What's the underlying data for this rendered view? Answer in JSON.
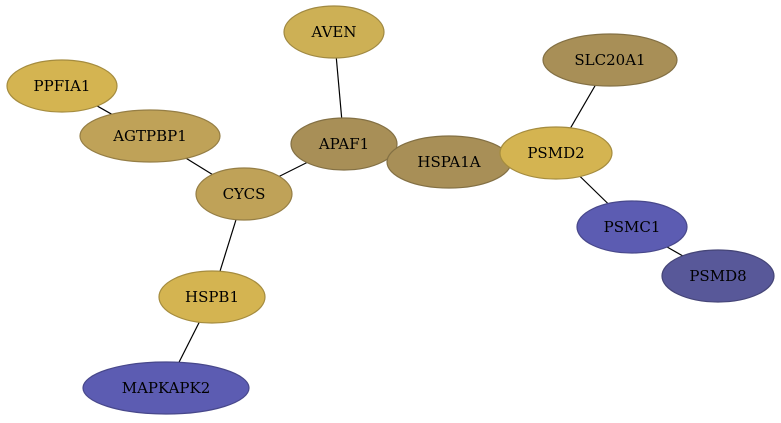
{
  "palette": {
    "gold_light": "#cdb055",
    "gold_mid": "#bfa258",
    "gold_dark": "#a88f57",
    "gold_bright": "#d4b451",
    "blue": "#5c5cb2",
    "blue_dark": "#585899"
  },
  "nodes": [
    {
      "id": "AVEN",
      "label": "AVEN",
      "color": "gold_light"
    },
    {
      "id": "PPFIA1",
      "label": "PPFIA1",
      "color": "gold_bright"
    },
    {
      "id": "SLC20A1",
      "label": "SLC20A1",
      "color": "gold_dark"
    },
    {
      "id": "AGTPBP1",
      "label": "AGTPBP1",
      "color": "gold_mid"
    },
    {
      "id": "APAF1",
      "label": "APAF1",
      "color": "gold_dark"
    },
    {
      "id": "HSPA1A",
      "label": "HSPA1A",
      "color": "gold_dark"
    },
    {
      "id": "PSMD2",
      "label": "PSMD2",
      "color": "gold_bright"
    },
    {
      "id": "CYCS",
      "label": "CYCS",
      "color": "gold_mid"
    },
    {
      "id": "PSMC1",
      "label": "PSMC1",
      "color": "blue"
    },
    {
      "id": "PSMD8",
      "label": "PSMD8",
      "color": "blue_dark"
    },
    {
      "id": "HSPB1",
      "label": "HSPB1",
      "color": "gold_bright"
    },
    {
      "id": "MAPKAPK2",
      "label": "MAPKAPK2",
      "color": "blue"
    }
  ],
  "edges": [
    {
      "from": "AVEN",
      "to": "APAF1"
    },
    {
      "from": "PPFIA1",
      "to": "AGTPBP1"
    },
    {
      "from": "AGTPBP1",
      "to": "CYCS"
    },
    {
      "from": "APAF1",
      "to": "CYCS"
    },
    {
      "from": "APAF1",
      "to": "HSPA1A"
    },
    {
      "from": "HSPA1A",
      "to": "PSMD2"
    },
    {
      "from": "SLC20A1",
      "to": "PSMD2"
    },
    {
      "from": "PSMD2",
      "to": "PSMC1"
    },
    {
      "from": "PSMC1",
      "to": "PSMD8"
    },
    {
      "from": "CYCS",
      "to": "HSPB1"
    },
    {
      "from": "HSPB1",
      "to": "MAPKAPK2"
    }
  ]
}
